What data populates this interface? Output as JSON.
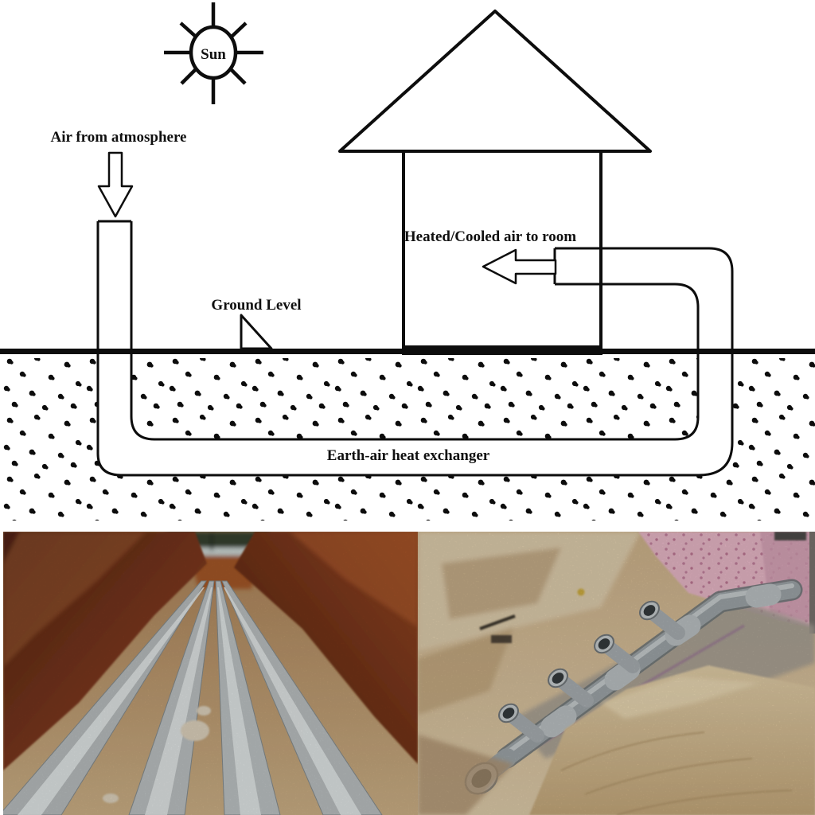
{
  "title": "Earth-air heat exchanger schematic with installation photos",
  "diagram": {
    "labels": {
      "sun": "Sun",
      "air_inlet": "Air from atmosphere",
      "room_air": "Heated/Cooled air to room",
      "ground": "Ground Level",
      "exchanger": "Earth-air heat exchanger"
    },
    "colors": {
      "line": "#0d0d0d",
      "background": "#ffffff"
    }
  },
  "photos": {
    "left": {
      "subject": "Four parallel grey pipes laid in a deep red-earth trench",
      "colors": {
        "trench_wall": "#6b2f1a",
        "trench_floor": "#c0a078",
        "pipe": "#b7bcbd"
      }
    },
    "right": {
      "subject": "Buried PVC manifold pipework beside pink insulated foundation",
      "colors": {
        "sand": "#cdb48e",
        "pipe": "#9aa1a4",
        "insulation": "#e2b3c2"
      }
    }
  }
}
